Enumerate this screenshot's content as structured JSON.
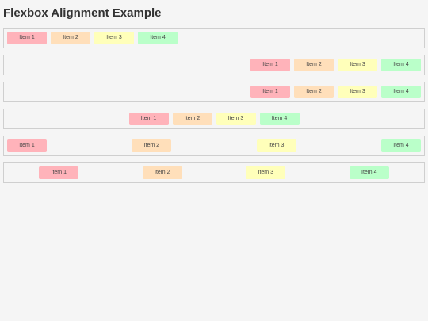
{
  "page": {
    "title": "Flexbox Alignment Example"
  },
  "colors": {
    "item_1": "#ffb3ba",
    "item_2": "#ffdfba",
    "item_3": "#ffffba",
    "item_4": "#baffc9"
  },
  "rows": [
    {
      "justify": "flex-start",
      "items": [
        "Item 1",
        "Item 2",
        "Item 3",
        "Item 4"
      ]
    },
    {
      "justify": "flex-end",
      "items": [
        "Item 1",
        "Item 2",
        "Item 3",
        "Item 4"
      ]
    },
    {
      "justify": "flex-end",
      "items": [
        "Item 1",
        "Item 2",
        "Item 3",
        "Item 4"
      ]
    },
    {
      "justify": "center",
      "items": [
        "Item 1",
        "Item 2",
        "Item 3",
        "Item 4"
      ]
    },
    {
      "justify": "space-between",
      "items": [
        "Item 1",
        "Item 2",
        "Item 3",
        "Item 4"
      ]
    },
    {
      "justify": "space-around",
      "items": [
        "Item 1",
        "Item 2",
        "Item 3",
        "Item 4"
      ]
    }
  ]
}
